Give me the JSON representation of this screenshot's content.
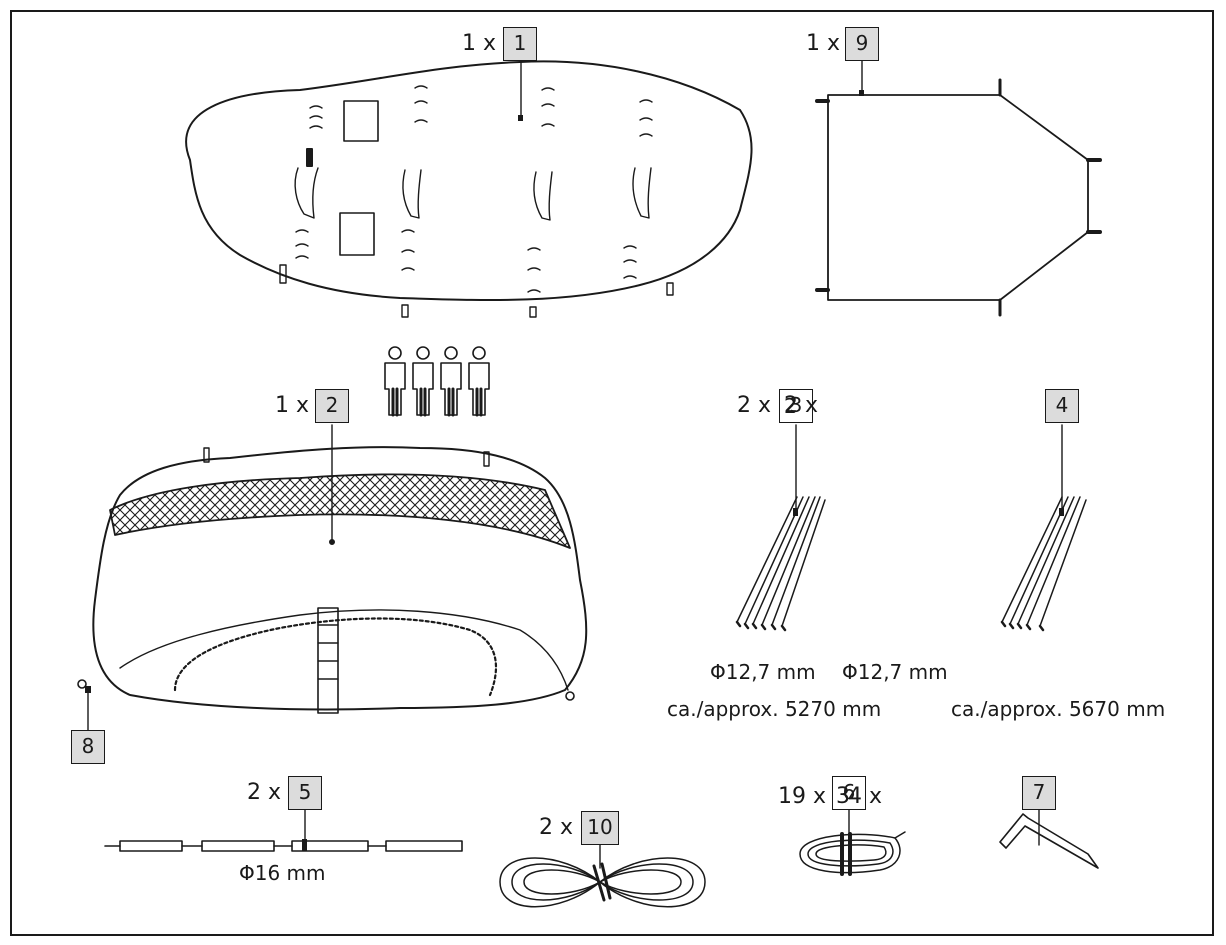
{
  "parts": [
    {
      "id": "1",
      "qty": "1 x",
      "number": "1"
    },
    {
      "id": "9",
      "qty": "1 x",
      "number": "9"
    },
    {
      "id": "2",
      "qty": "1 x",
      "number": "2"
    },
    {
      "id": "3",
      "qty": "2 x",
      "qty_overlap": "2 x",
      "number": "3",
      "number_overlap": "2",
      "spec_diameter": "Φ12,7  mm",
      "spec_length": "ca./approx. 5270 mm"
    },
    {
      "id": "4",
      "number": "4",
      "spec_diameter": "Φ12,7 mm",
      "spec_length": "ca./approx. 5670 mm"
    },
    {
      "id": "5",
      "qty": "2 x",
      "number": "5",
      "spec_diameter": "Φ16 mm"
    },
    {
      "id": "10",
      "qty": "2 x",
      "number": "10"
    },
    {
      "id": "6",
      "qty": "19 x",
      "qty_overlap": "4 x",
      "number": "6",
      "number_overlap": "3"
    },
    {
      "id": "7",
      "number": "7"
    },
    {
      "id": "8",
      "number": "8"
    }
  ],
  "colors": {
    "line": "#1a1a1a",
    "label_fill": "#dcdcdc",
    "background": "#ffffff"
  }
}
